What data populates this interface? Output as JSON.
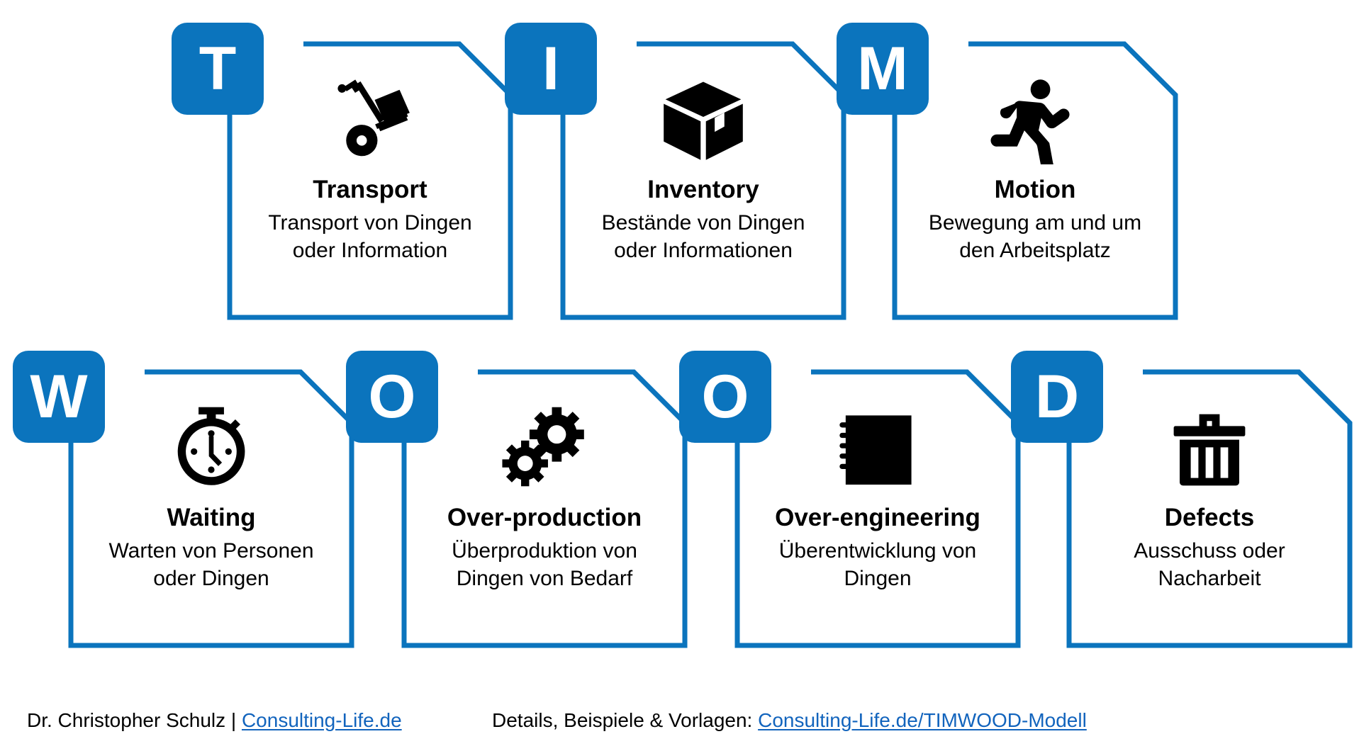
{
  "theme": {
    "accent_blue": "#0B74BD",
    "link_blue": "#1264BD",
    "ink": "#000000",
    "paper": "#FFFFFF"
  },
  "cards": [
    {
      "letter": "T",
      "title": "Transport",
      "description": "Transport von Dingen\noder Information",
      "icon": "hand-truck-icon"
    },
    {
      "letter": "I",
      "title": "Inventory",
      "description": "Bestände von Dingen\noder Informationen",
      "icon": "box-icon"
    },
    {
      "letter": "M",
      "title": "Motion",
      "description": "Bewegung am und um\nden Arbeitsplatz",
      "icon": "running-person-icon"
    },
    {
      "letter": "W",
      "title": "Waiting",
      "description": "Warten von Personen\noder Dingen",
      "icon": "stopwatch-icon"
    },
    {
      "letter": "O",
      "title": "Over-production",
      "description": "Überproduktion von\nDingen von Bedarf",
      "icon": "gears-icon"
    },
    {
      "letter": "O",
      "title": "Over-engineering",
      "description": "Überentwicklung von\nDingen",
      "icon": "strategy-board-icon"
    },
    {
      "letter": "D",
      "title": "Defects",
      "description": "Ausschuss oder\nNacharbeit",
      "icon": "trash-bin-icon"
    }
  ],
  "footer": {
    "author": "Dr. Christopher Schulz | ",
    "author_link": "Consulting-Life.de",
    "details_label": "Details, Beispiele & Vorlagen: ",
    "details_link": "Consulting-Life.de/TIMWOOD-Modell"
  }
}
